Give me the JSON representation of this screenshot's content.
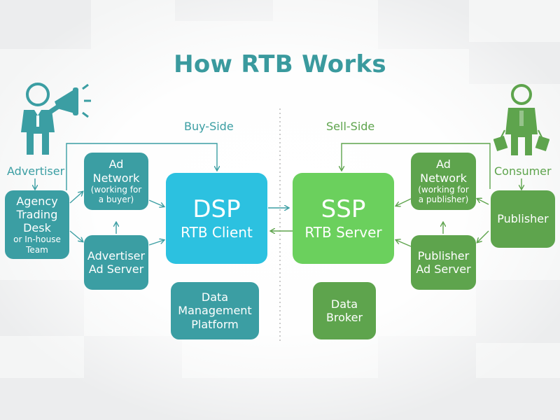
{
  "title": "How RTB Works",
  "buy_side": "Buy-Side",
  "sell_side": "Sell-Side",
  "advertiser": "Advertiser",
  "consumer": "Consumer",
  "agency": {
    "line1": "Agency",
    "line2": "Trading",
    "line3": "Desk",
    "line4": "or In-house",
    "line5": "Team"
  },
  "ad_network_buy": {
    "line1": "Ad",
    "line2": "Network",
    "line3": "(working for",
    "line4": "a buyer)"
  },
  "advertiser_ad_server": {
    "line1": "Advertiser",
    "line2": "Ad Server"
  },
  "dsp": {
    "title": "DSP",
    "subtitle": "RTB Client"
  },
  "ssp": {
    "title": "SSP",
    "subtitle": "RTB Server"
  },
  "dmp": {
    "line1": "Data",
    "line2": "Management",
    "line3": "Platform"
  },
  "data_broker": {
    "line1": "Data",
    "line2": "Broker"
  },
  "ad_network_sell": {
    "line1": "Ad",
    "line2": "Network",
    "line3": "(working for",
    "line4": "a publisher)"
  },
  "publisher_ad_server": {
    "line1": "Publisher",
    "line2": "Ad Server"
  },
  "publisher": "Publisher",
  "colors": {
    "title": "#3a9a9e",
    "teal_box": "#3b9ea3",
    "green_box": "#5ea44d",
    "dsp_box": "#2cc1e0",
    "ssp_box": "#6bd05d"
  }
}
